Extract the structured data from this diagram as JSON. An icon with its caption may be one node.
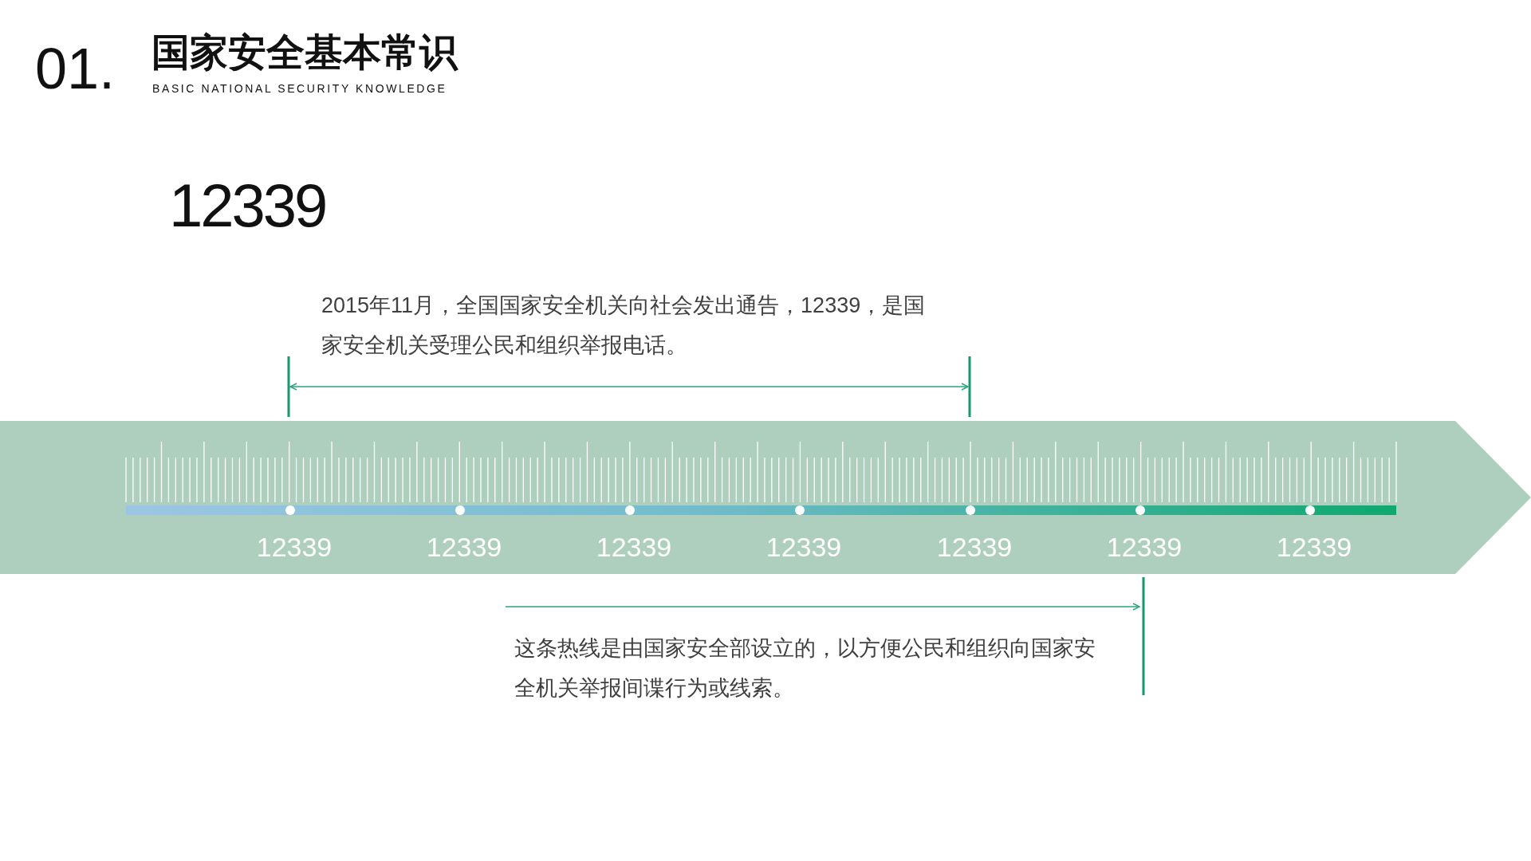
{
  "diagram": {
    "title": "国家安全基本常识",
    "nodes": [
      {
        "text": [
          "12339",
          "12339",
          "12339",
          "12339",
          "12339",
          "12339",
          "12339"
        ]
      }
    ],
    "labels": [
      "01.",
      "BASIC NATIONAL SECURITY KNOWLEDGE",
      "12339",
      "2015年11月，全国国家安全机关向社会发出通告，12339，是国家安全机关受理公民和组织举报电话。",
      "这条热线是由国家安全部设立的，以方便公民和组织向国家安全机关举报间谍行为或线索。"
    ]
  }
}
